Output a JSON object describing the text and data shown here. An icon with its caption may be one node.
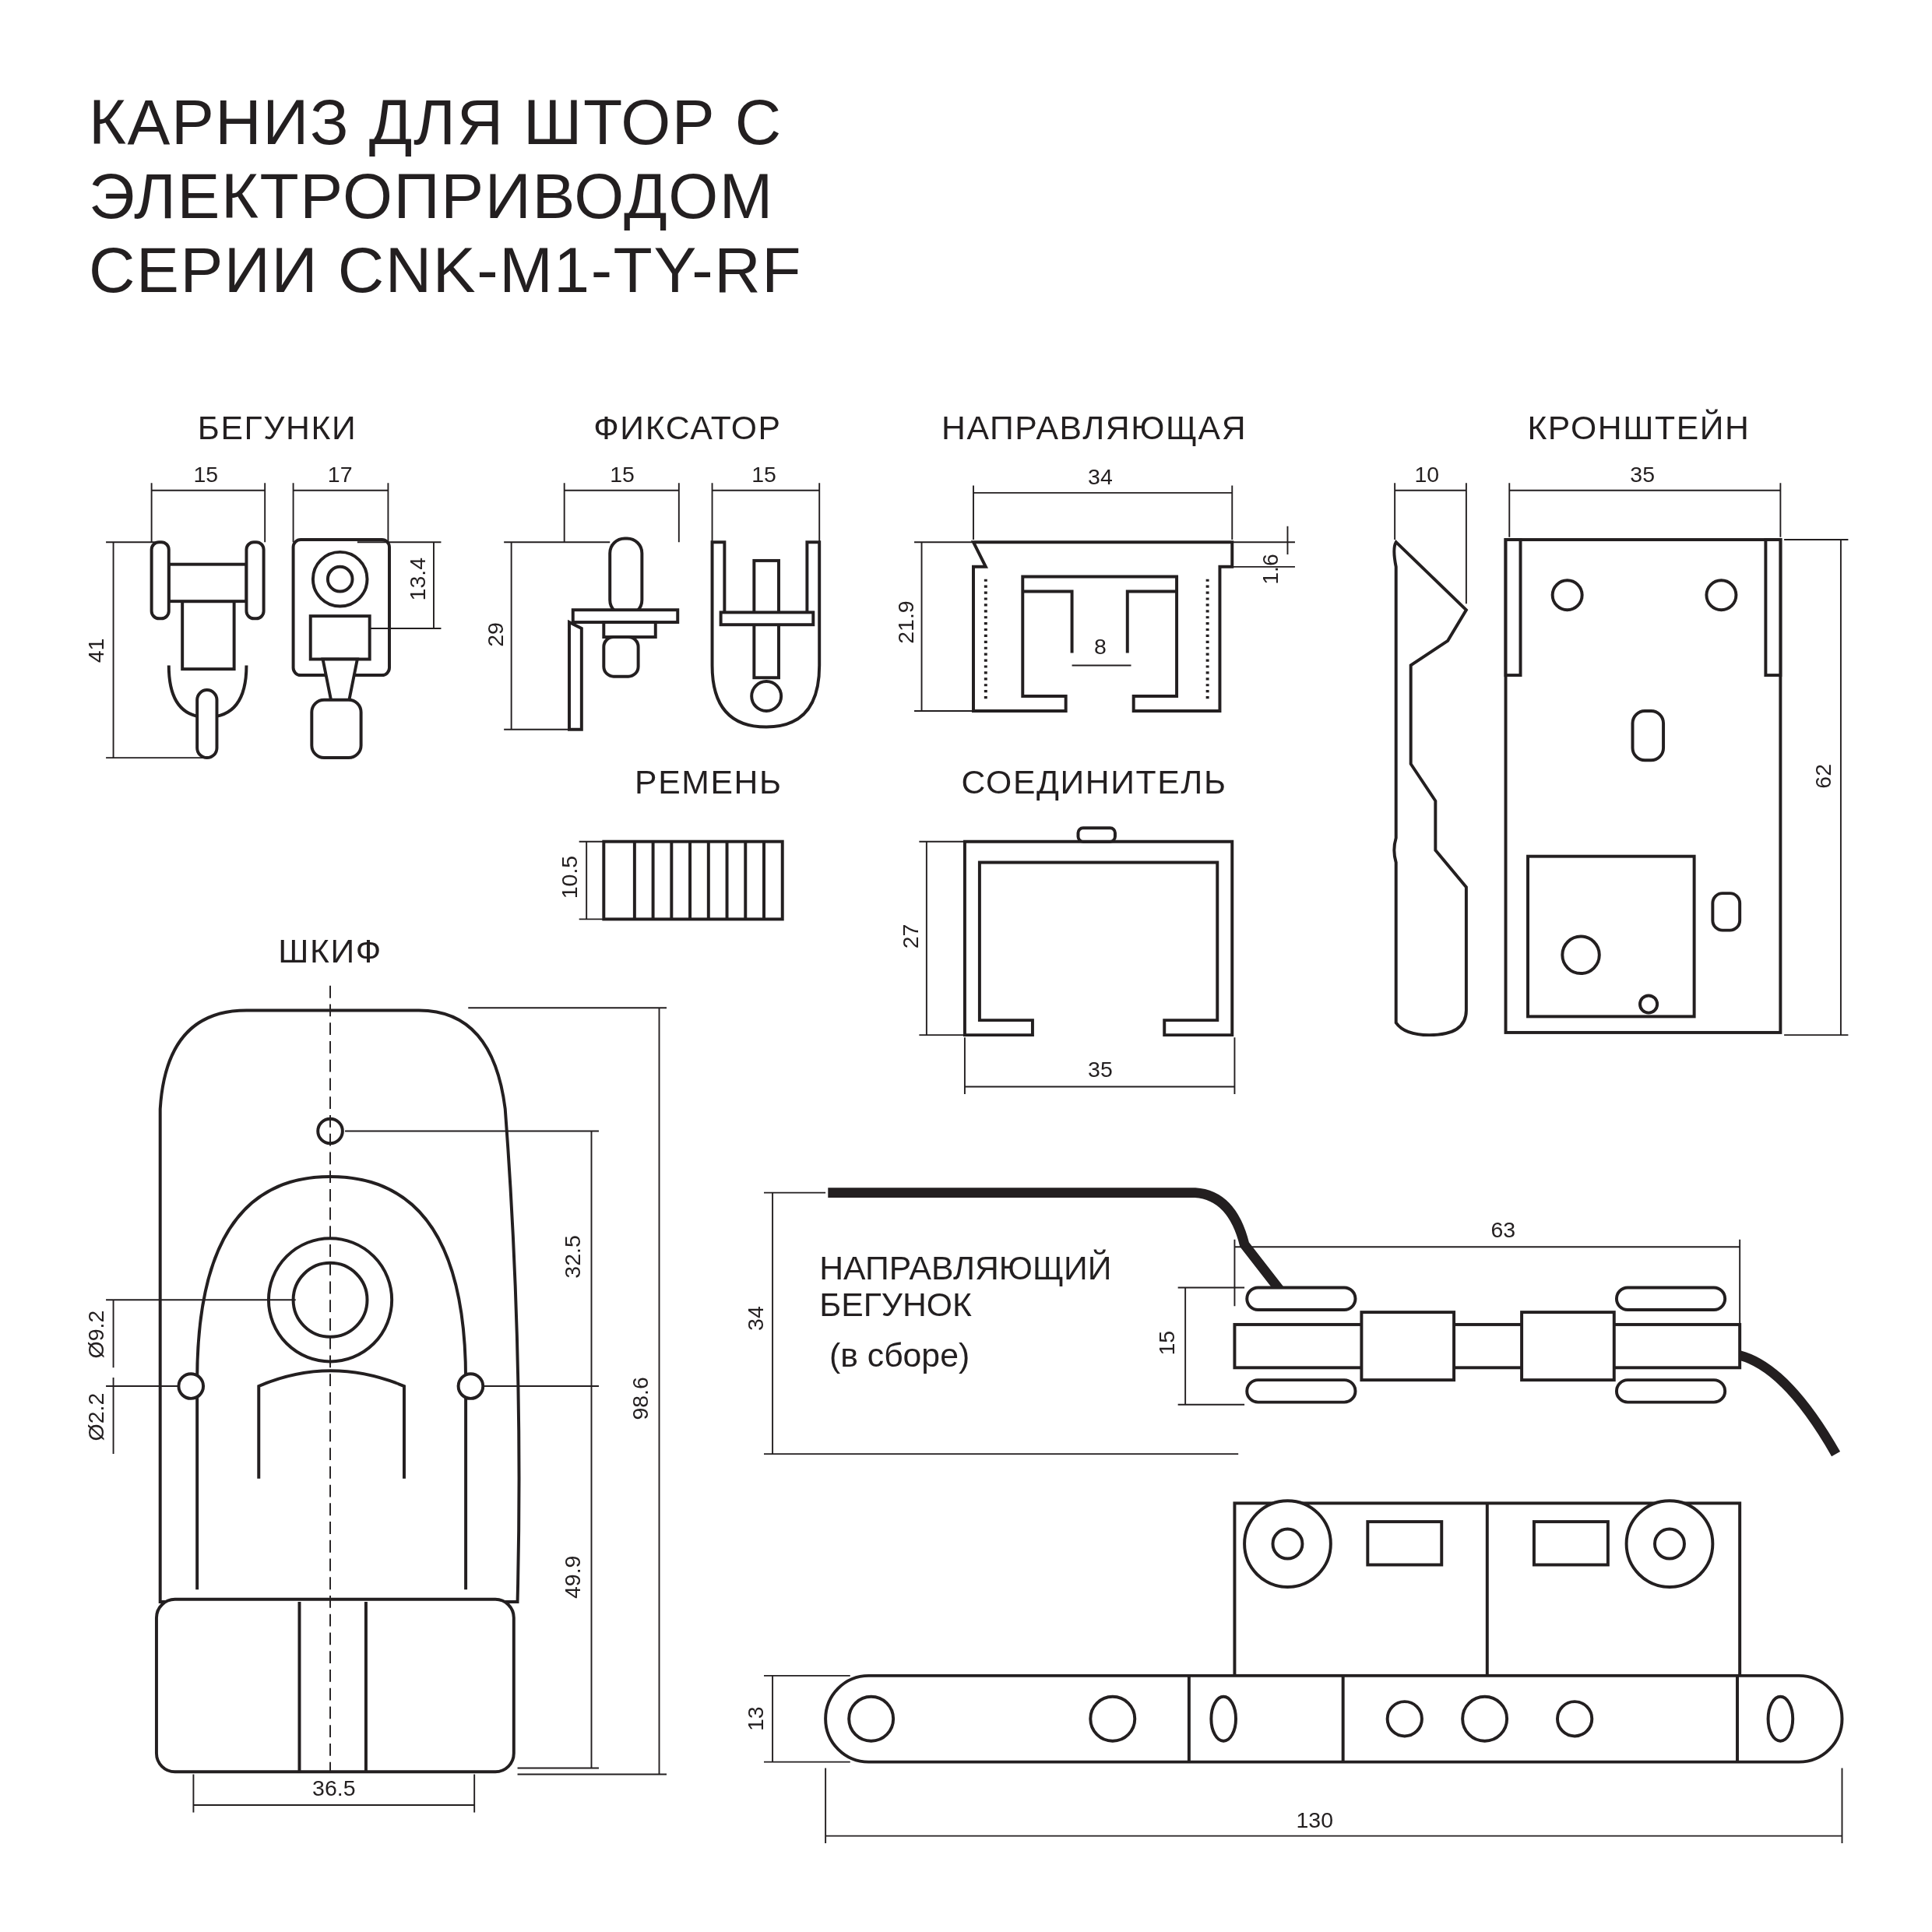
{
  "diagram": {
    "title": "КАРНИЗ ДЛЯ ШТОР С ЭЛЕКТРОПРИВОДОМ СЕРИИ CNK-M1-TY-RF",
    "labels": [
      "БЕГУНКИ",
      "ФИКСАТОР",
      "НАПРАВЛЯЮЩАЯ",
      "КРОНШТЕЙН",
      "15",
      "17",
      "15",
      "15",
      "34",
      "10",
      "35",
      "41",
      "13.4",
      "29",
      "21.9",
      "1.6",
      "8",
      "РЕМЕНЬ",
      "СОЕДИНИТЕЛЬ",
      "62",
      "10.5",
      "27",
      "35",
      "ШКИФ",
      "32.5",
      "Ø9.2",
      "Ø2.2",
      "98.6",
      "49.9",
      "36.5",
      "63",
      "НАПРАВЛЯЮЩИЙ БЕГУНОК",
      "(в сборе)",
      "34",
      "15",
      "13",
      "130"
    ]
  }
}
